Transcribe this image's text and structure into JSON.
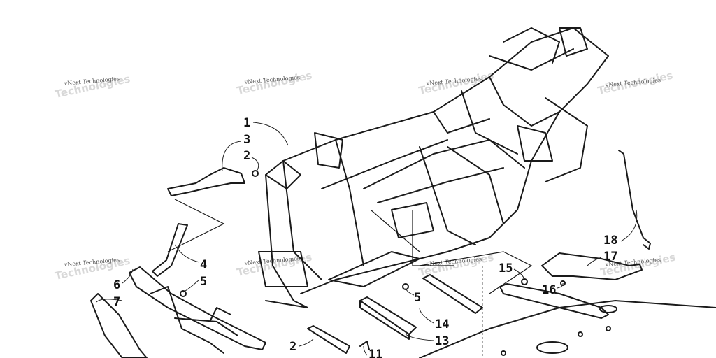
{
  "watermark": {
    "company": "vNext Technologies",
    "ghost": "Technologies"
  },
  "callouts": [
    "1",
    "3",
    "2",
    "4",
    "5",
    "6",
    "7",
    "5",
    "14",
    "13",
    "15",
    "16",
    "17",
    "18",
    "2",
    "11"
  ],
  "colors": {
    "ink": "#1a1a1a",
    "watermark": "#d8d8d8"
  }
}
